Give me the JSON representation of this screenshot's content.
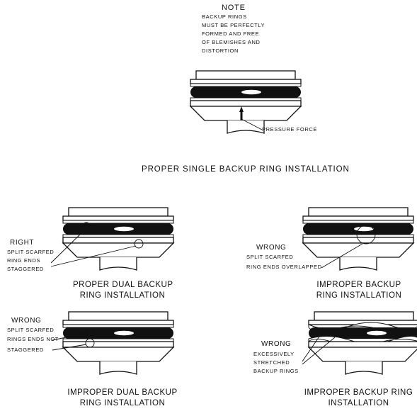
{
  "note": {
    "heading": "NOTE",
    "lines": [
      "BACKUP RINGS",
      "MUST BE PERFECTLY",
      "FORMED AND FREE",
      "OF BLEMISHES AND",
      "DISTORTION"
    ]
  },
  "top_figure": {
    "pressure_label": "PRESSURE FORCE",
    "title": "PROPER SINGLE BACKUP RING INSTALLATION"
  },
  "fig_proper_dual": {
    "verdict": "RIGHT",
    "callout": [
      "SPLIT SCARFED",
      "RING ENDS",
      "STAGGERED"
    ],
    "caption": [
      "PROPER DUAL BACKUP",
      "RING INSTALLATION"
    ]
  },
  "fig_improper_overlap": {
    "verdict": "WRONG",
    "callout": [
      "SPLIT SCARFED",
      "RING ENDS OVERLAPPED"
    ],
    "caption": [
      "IMPROPER BACKUP",
      "RING INSTALLATION"
    ]
  },
  "fig_improper_dual": {
    "verdict": "WRONG",
    "callout": [
      "SPLIT SCARFED",
      "RINGS ENDS NOT",
      "STAGGERED"
    ],
    "caption": [
      "IMPROPER DUAL BACKUP",
      "RING INSTALLATION"
    ]
  },
  "fig_improper_stretched": {
    "verdict": "WRONG",
    "callout": [
      "EXCESSIVELY",
      "STRETCHED",
      "BACKUP RINGS"
    ],
    "caption": [
      "IMPROPER BACKUP RING",
      "INSTALLATION"
    ]
  }
}
